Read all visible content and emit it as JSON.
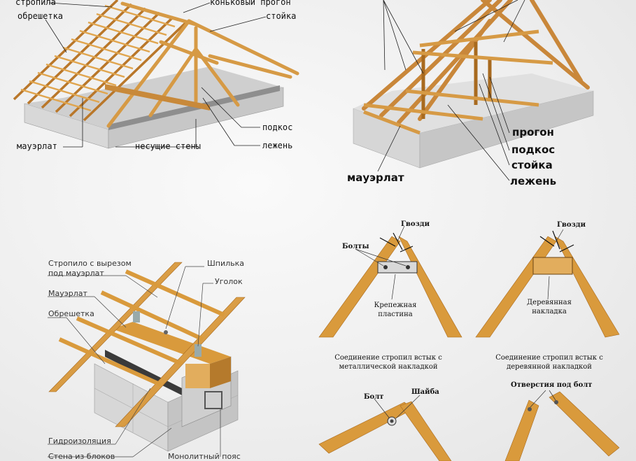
{
  "panel_tl": {
    "stropila": "стропила",
    "obreshetka": "обрешетка",
    "konkovy": "коньковый прогон",
    "stoyka": "стойка",
    "podkos": "подкос",
    "mauerlat": "мауэрлат",
    "nesushchie": "несущие стены",
    "lezhen": "лежень"
  },
  "panel_tr": {
    "progon": "прогон",
    "podkos": "подкос",
    "stoyka": "стойка",
    "mauerlat": "мауэрлат",
    "lezhen": "лежень"
  },
  "panel_bl": {
    "stropilo_line1": "Стропило с вырезом",
    "stropilo_line2": "под мауэрлат",
    "shpilka": "Шпилька",
    "mauerlat": "Мауэрлат",
    "ugolok": "Уголок",
    "obreshetka": "Обрешетка",
    "gidro": "Гидроизоляция",
    "stena": "Стена из блоков",
    "poyas": "Монолитный пояс"
  },
  "panel_br": {
    "gvozdi_left": "Гвозди",
    "bolty": "Болты",
    "krepezh_line1": "Крепежная",
    "krepezh_line2": "пластина",
    "gvozdi_right": "Гвозди",
    "nakladka_line1": "Деревянная",
    "nakladka_line2": "накладка",
    "caption_left_line1": "Соединение стропил встык с",
    "caption_left_line2": "металлической накладкой",
    "caption_right_line1": "Соединение стропил встык с",
    "caption_right_line2": "деревянной накладкой",
    "bolt": "Болт",
    "shayba": "Шайба",
    "otverstiya": "Отверстия под болт"
  },
  "colors": {
    "wood": "#d99a3c",
    "wood_dark": "#a86a1f",
    "beam": "#c8893a",
    "concrete": "#d9d9d9"
  }
}
